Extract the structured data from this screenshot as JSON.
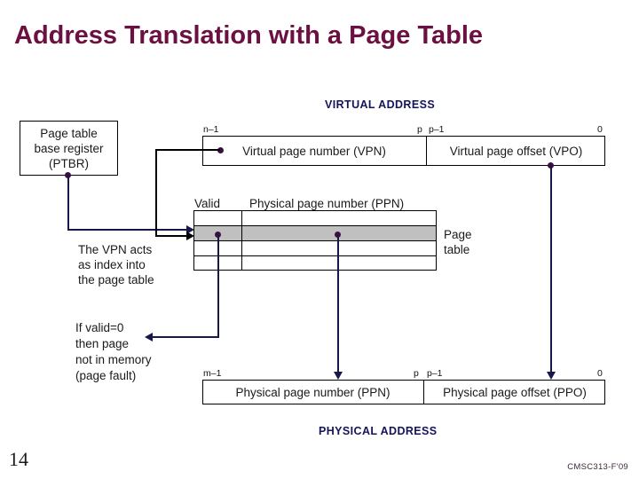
{
  "slide": {
    "title": "Address Translation with a Page Table",
    "page_number": "14",
    "course_footer": "CMSC313-F'09",
    "title_color": "#6B1040",
    "accent_color": "#17174A",
    "dot_color": "#3A1040",
    "highlight_row_color": "#C0C0C0"
  },
  "virtual_address": {
    "heading": "VIRTUAL ADDRESS",
    "bits": {
      "high": "n–1",
      "split_left": "p",
      "split_right": "p–1",
      "low": "0"
    },
    "fields": [
      {
        "label": "Virtual page number (VPN)"
      },
      {
        "label": "Virtual page offset (VPO)"
      }
    ]
  },
  "physical_address": {
    "heading": "PHYSICAL ADDRESS",
    "bits": {
      "high": "m–1",
      "split_left": "p",
      "split_right": "p–1",
      "low": "0"
    },
    "fields": [
      {
        "label": "Physical page number (PPN)"
      },
      {
        "label": "Physical page offset (PPO)"
      }
    ]
  },
  "ptbr": {
    "line1": "Page table",
    "line2": "base register",
    "line3": "(PTBR)"
  },
  "page_table": {
    "caption_line1": "Page",
    "caption_line2": "table",
    "column_headers": [
      {
        "label": "Valid"
      },
      {
        "label": "Physical page number (PPN)"
      }
    ],
    "rows": [
      {
        "selected": false
      },
      {
        "selected": true
      },
      {
        "selected": false
      },
      {
        "selected": false
      }
    ]
  },
  "annotations": {
    "vpn_index": {
      "line1": "The VPN acts",
      "line2": "as index into",
      "line3": "the page table"
    },
    "page_fault": {
      "line1": "If valid=0",
      "line2": "then page",
      "line3": "not in memory",
      "line4": "(page fault)"
    }
  }
}
